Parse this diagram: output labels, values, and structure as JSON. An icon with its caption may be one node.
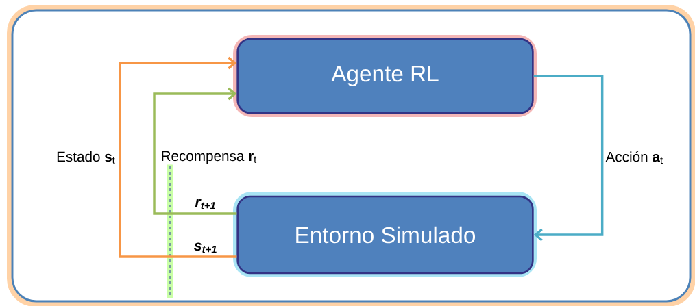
{
  "diagram": {
    "nodes": [
      {
        "text": [
          "Agente RL"
        ]
      },
      {
        "text": [
          "Entorno Simulado"
        ]
      }
    ],
    "edges": [
      {
        "from": 0,
        "to": 1,
        "arrow": "to",
        "label": "Acción **a**$_{t}$",
        "color": "#4bacc6"
      },
      {
        "from": 1,
        "to": 0,
        "arrow": "to",
        "label": "Estado **s**$_{t}$",
        "color": "#f79646"
      },
      {
        "from": 1,
        "to": 0,
        "arrow": "to",
        "label": "Recompensa **r**$_{t}$",
        "color": "#9bbb59"
      }
    ],
    "labels": [
      "r$_{t+1}$",
      "s$_{t+1}$"
    ]
  }
}
